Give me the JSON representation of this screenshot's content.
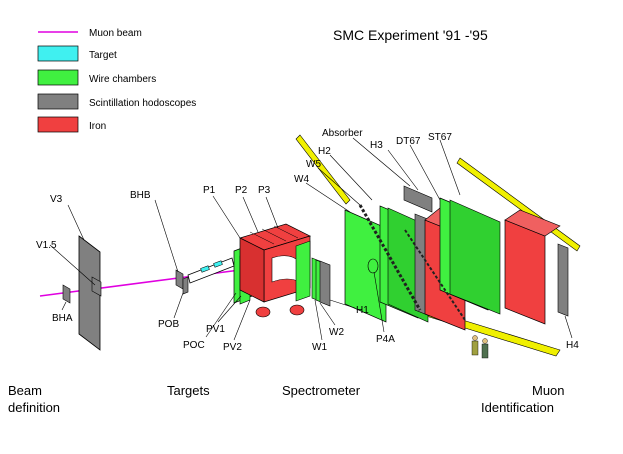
{
  "title": "SMC Experiment '91 -'95",
  "legend": [
    {
      "kind": "line",
      "label": "Muon beam",
      "color": "#e000e0"
    },
    {
      "kind": "box",
      "label": "Target",
      "color": "#40f0f0"
    },
    {
      "kind": "box",
      "label": "Wire chambers",
      "color": "#40f040"
    },
    {
      "kind": "box",
      "label": "Scintillation hodoscopes",
      "color": "#808080"
    },
    {
      "kind": "box",
      "label": "Iron",
      "color": "#f04040"
    }
  ],
  "sections": {
    "beam_1": "Beam",
    "beam_2": "definition",
    "targets": "Targets",
    "spectrometer": "Spectrometer",
    "muon_1": "Muon",
    "muon_2": "Identification"
  },
  "labels": {
    "v3": "V3",
    "v15": "V1.5",
    "bha": "BHA",
    "bhb": "BHB",
    "pob": "POB",
    "poc": "POC",
    "pv1": "PV1",
    "pv2": "PV2",
    "p1": "P1",
    "p2": "P2",
    "p3": "P3",
    "w1": "W1",
    "w2": "W2",
    "h1": "H1",
    "p4a": "P4A",
    "w4": "W4",
    "w5": "W5",
    "h2": "H2",
    "absorber": "Absorber",
    "h3": "H3",
    "dt67": "DT67",
    "st67": "ST67",
    "h4": "H4"
  },
  "colors": {
    "beam": "#e000e0",
    "target": "#40f0f0",
    "wire": "#40f040",
    "hodoscope": "#808080",
    "iron": "#f04040",
    "support": "#f0f000"
  }
}
